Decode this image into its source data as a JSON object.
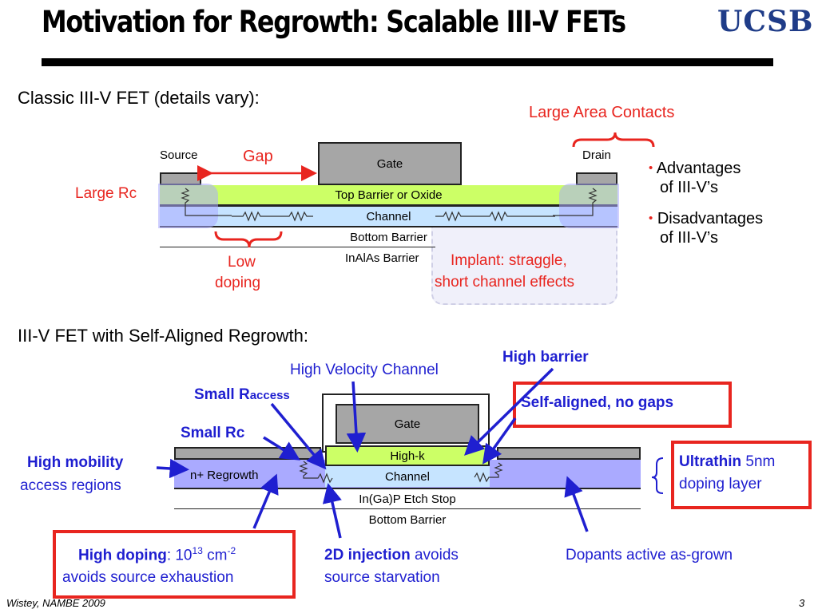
{
  "title": "Motivation for Regrowth: Scalable III-V FETs",
  "logo": "UCSB",
  "section1": {
    "heading": "Classic III-V FET (details vary):",
    "large_area_contacts": "Large Area Contacts",
    "source": "Source",
    "drain": "Drain",
    "gap": "Gap",
    "gate": "Gate",
    "large_rc": "Large Rc",
    "top_barrier": "Top Barrier or Oxide",
    "channel": "Channel",
    "bottom_barrier": "Bottom Barrier",
    "inalas_barrier": "InAlAs Barrier",
    "low_doping_1": "Low",
    "low_doping_2": "doping",
    "implant_1": "Implant: straggle,",
    "implant_2": "short channel effects",
    "bullets": [
      {
        "line1": "Advantages",
        "line2": "of III-V’s"
      },
      {
        "line1": "Disadvantages",
        "line2": "of III-V’s"
      }
    ]
  },
  "section2": {
    "heading": "III-V FET with Self-Aligned Regrowth:",
    "high_barrier": "High barrier",
    "high_velocity_channel": "High Velocity Channel",
    "small_raccess_main": "Small R",
    "small_raccess_sub": "access",
    "self_aligned": "Self-aligned, no gaps",
    "small_rc": "Small Rc",
    "gate": "Gate",
    "high_k": "High-k",
    "n_regrowth": "n+ Regrowth",
    "channel": "Channel",
    "etch_stop": "In(Ga)P Etch Stop",
    "bottom_barrier": "Bottom Barrier",
    "high_mobility_1": "High mobility",
    "high_mobility_2": "access regions",
    "ultrathin_bold": "Ultrathin",
    "ultrathin_rest": " 5nm",
    "ultrathin_2": "doping layer",
    "high_doping_bold": "High doping",
    "high_doping_rest1": ": 10",
    "high_doping_exp1": "13",
    "high_doping_rest2": " cm",
    "high_doping_exp2": "-2",
    "high_doping_2": "avoids source exhaustion",
    "injection_bold": "2D injection",
    "injection_rest": " avoids",
    "injection_2": "source starvation",
    "dopants": "Dopants active as-grown"
  },
  "footer": "Wistey, NAMBE 2009",
  "page_number": "3",
  "colors": {
    "accent_red": "#e8251f",
    "accent_blue": "#1f1fd0",
    "logo_blue": "#1f3c88",
    "layer_green": "#ccff66",
    "layer_blue": "#c6e4ff",
    "layer_purple": "#aaaaff",
    "contact_gray": "#a6a6a6"
  }
}
